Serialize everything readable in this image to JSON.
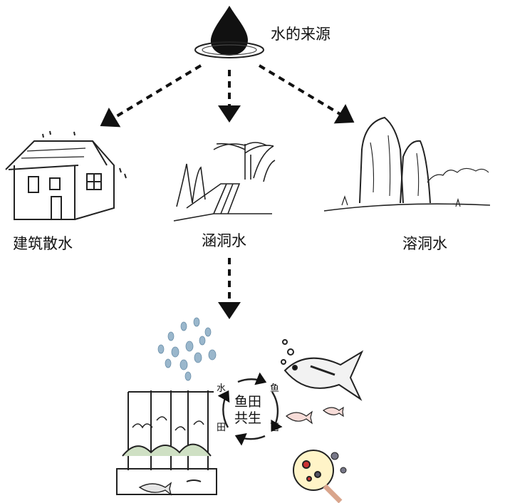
{
  "title": "水的来源",
  "sources": {
    "building": "建筑散水",
    "culvert": "涵洞水",
    "cave": "溶洞水"
  },
  "cycle": {
    "center_top": "鱼田",
    "center_bottom": "共生",
    "water": "水",
    "fish": "鱼",
    "bacteria": "菌",
    "field": "田"
  }
}
